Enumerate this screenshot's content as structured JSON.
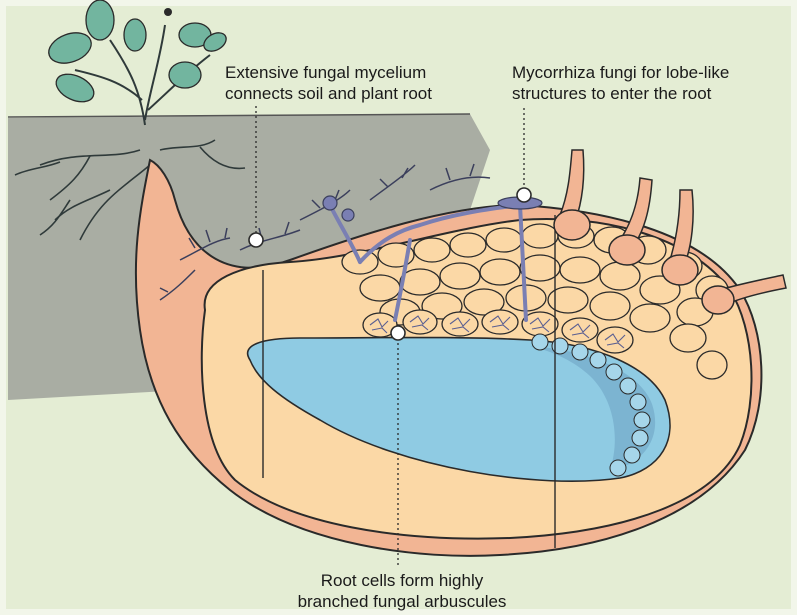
{
  "colors": {
    "background": "#e4edd4",
    "frame": "#f2f6ea",
    "soil": "#a9ada3",
    "root_skin": "#f2b594",
    "cortex": "#fbd8a6",
    "stele": "#8fcbe3",
    "fungus": "#7a7fb3",
    "leaf": "#72b59f",
    "outline": "#2a2a2a"
  },
  "labels": {
    "mycelium": "Extensive fungal mycelium\nconnects soil and plant root",
    "lobe_structures": "Mycorrhiza fungi for lobe-like\nstructures to enter the root",
    "arbuscules": "Root cells form highly\nbranched fungal arbuscules"
  }
}
